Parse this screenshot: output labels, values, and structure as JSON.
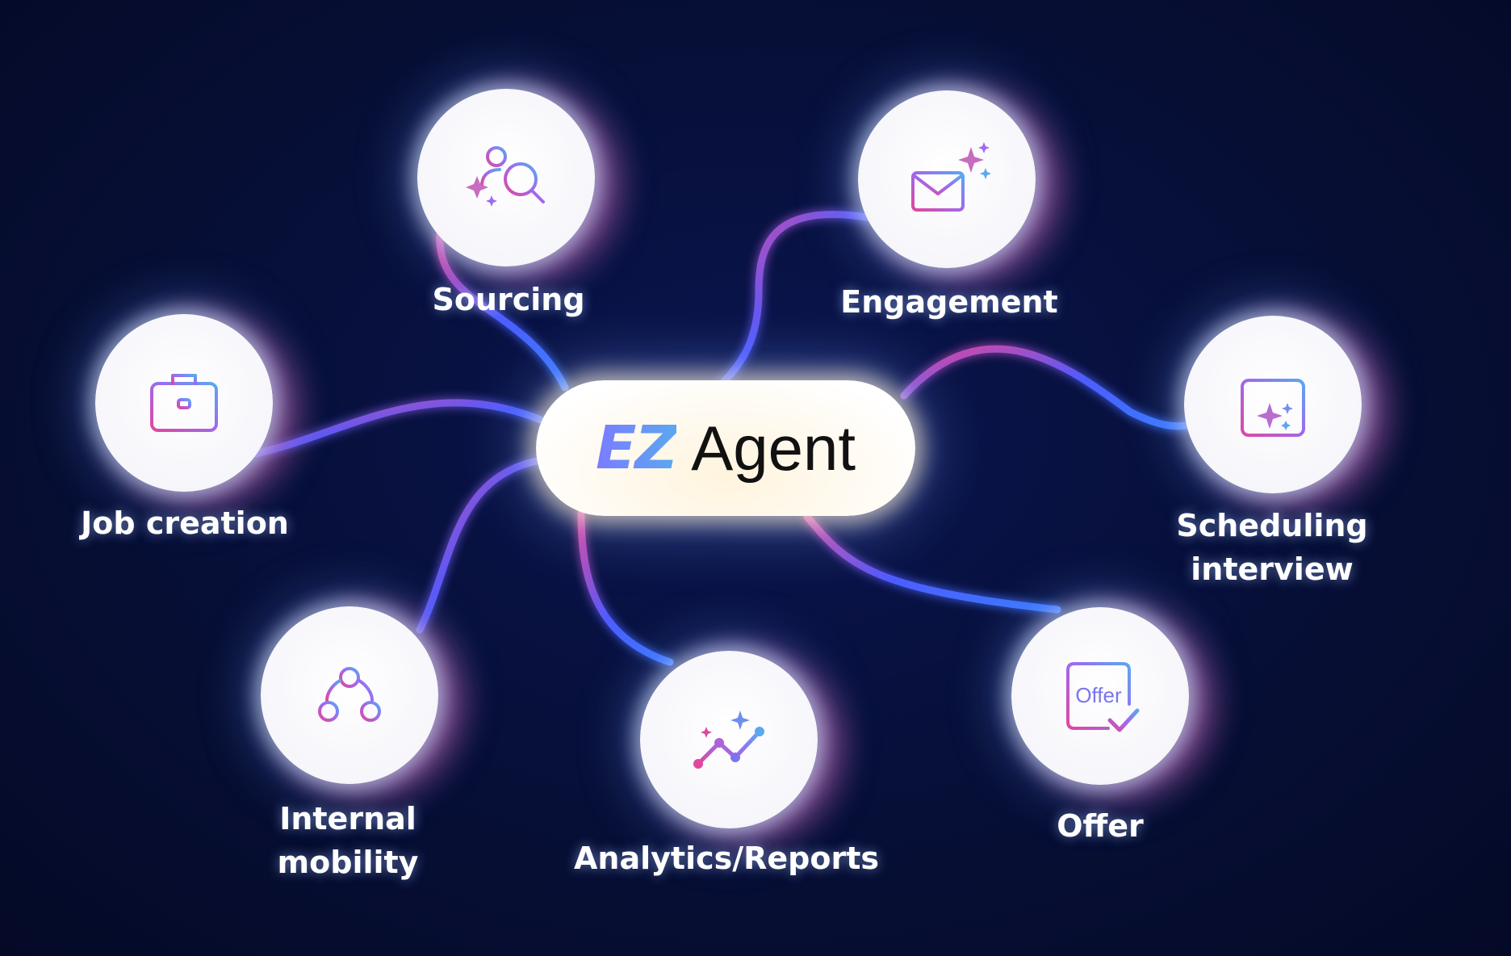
{
  "hub": {
    "logo": "EZ",
    "title": "Agent"
  },
  "nodes": [
    {
      "id": "sourcing",
      "label_lines": [
        "Sourcing"
      ],
      "icon": "person-search-sparkle-icon"
    },
    {
      "id": "engagement",
      "label_lines": [
        "Engagement"
      ],
      "icon": "envelope-sparkle-icon"
    },
    {
      "id": "job-creation",
      "label_lines": [
        "Job creation"
      ],
      "icon": "briefcase-icon"
    },
    {
      "id": "scheduling-interview",
      "label_lines": [
        "Scheduling",
        "interview"
      ],
      "icon": "calendar-sparkle-icon"
    },
    {
      "id": "internal-mobility",
      "label_lines": [
        "Internal",
        "mobility"
      ],
      "icon": "network-circles-icon"
    },
    {
      "id": "analytics-reports",
      "label_lines": [
        "Analytics/Reports"
      ],
      "icon": "trend-line-sparkle-icon"
    },
    {
      "id": "offer",
      "label_lines": [
        "Offer"
      ],
      "icon": "offer-document-check-icon",
      "icon_text": "Offer"
    }
  ],
  "colors": {
    "background": "#07103a",
    "line_blue": "#3a5cff",
    "line_pink": "#e0479e",
    "icon_gradient_start": "#e0479e",
    "icon_gradient_end": "#5aa8f0"
  }
}
